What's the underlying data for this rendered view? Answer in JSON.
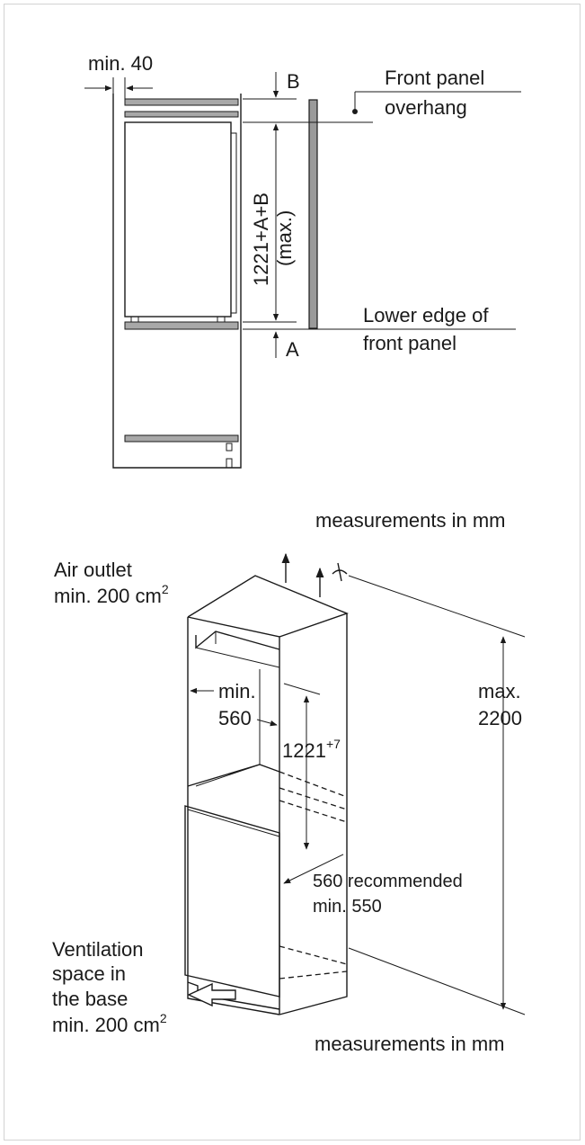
{
  "top_diagram": {
    "gap_label": "min. 40",
    "dim_b": "B",
    "dim_a": "A",
    "height_label": "1221+A+B",
    "height_max": "(max.)",
    "overhang_line1": "Front panel",
    "overhang_line2": "overhang",
    "lower_edge_line1": "Lower edge of",
    "lower_edge_line2": "front panel",
    "units": "measurements in mm"
  },
  "bottom_diagram": {
    "air_outlet_line1": "Air outlet",
    "air_outlet_line2": "min. 200 cm",
    "air_outlet_sup": "2",
    "width_line1": "min.",
    "width_line2": "560",
    "niche_height": "1221",
    "niche_height_tol": "+7",
    "max_label_line1": "max.",
    "max_label_line2": "2200",
    "depth_line1": "560 recommended",
    "depth_line2": "min. 550",
    "vent_line1": "Ventilation",
    "vent_line2": "space  in",
    "vent_line3": "the base",
    "vent_line4": "min. 200 cm",
    "vent_sup": "2",
    "units": "measurements in mm"
  }
}
